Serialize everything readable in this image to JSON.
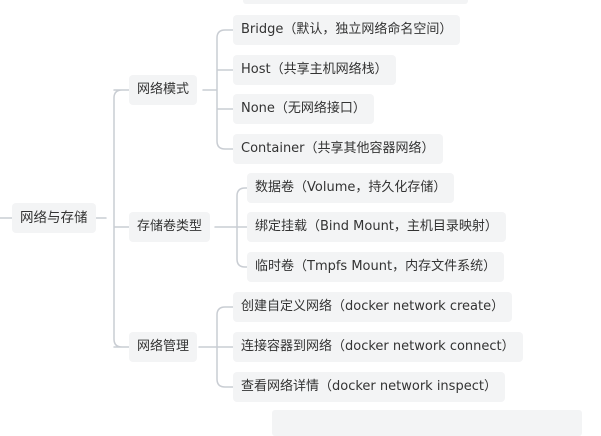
{
  "mindmap": {
    "root": {
      "label": "网络与存储"
    },
    "branches": [
      {
        "label": "网络模式",
        "children": [
          "Bridge（默认，独立网络命名空间）",
          "Host（共享主机网络栈）",
          "None（无网络接口）",
          "Container（共享其他容器网络）"
        ]
      },
      {
        "label": "存储卷类型",
        "children": [
          "数据卷（Volume，持久化存储）",
          "绑定挂载（Bind Mount，主机目录映射）",
          "临时卷（Tmpfs Mount，内存文件系统）"
        ]
      },
      {
        "label": "网络管理",
        "children": [
          "创建自定义网络（docker network create）",
          "连接容器到网络（docker network connect）",
          "查看网络详情（docker network inspect）"
        ]
      }
    ]
  },
  "style": {
    "line_color": "#c9cdd3",
    "node_bg": "#f3f4f5",
    "text_color": "#333333"
  }
}
